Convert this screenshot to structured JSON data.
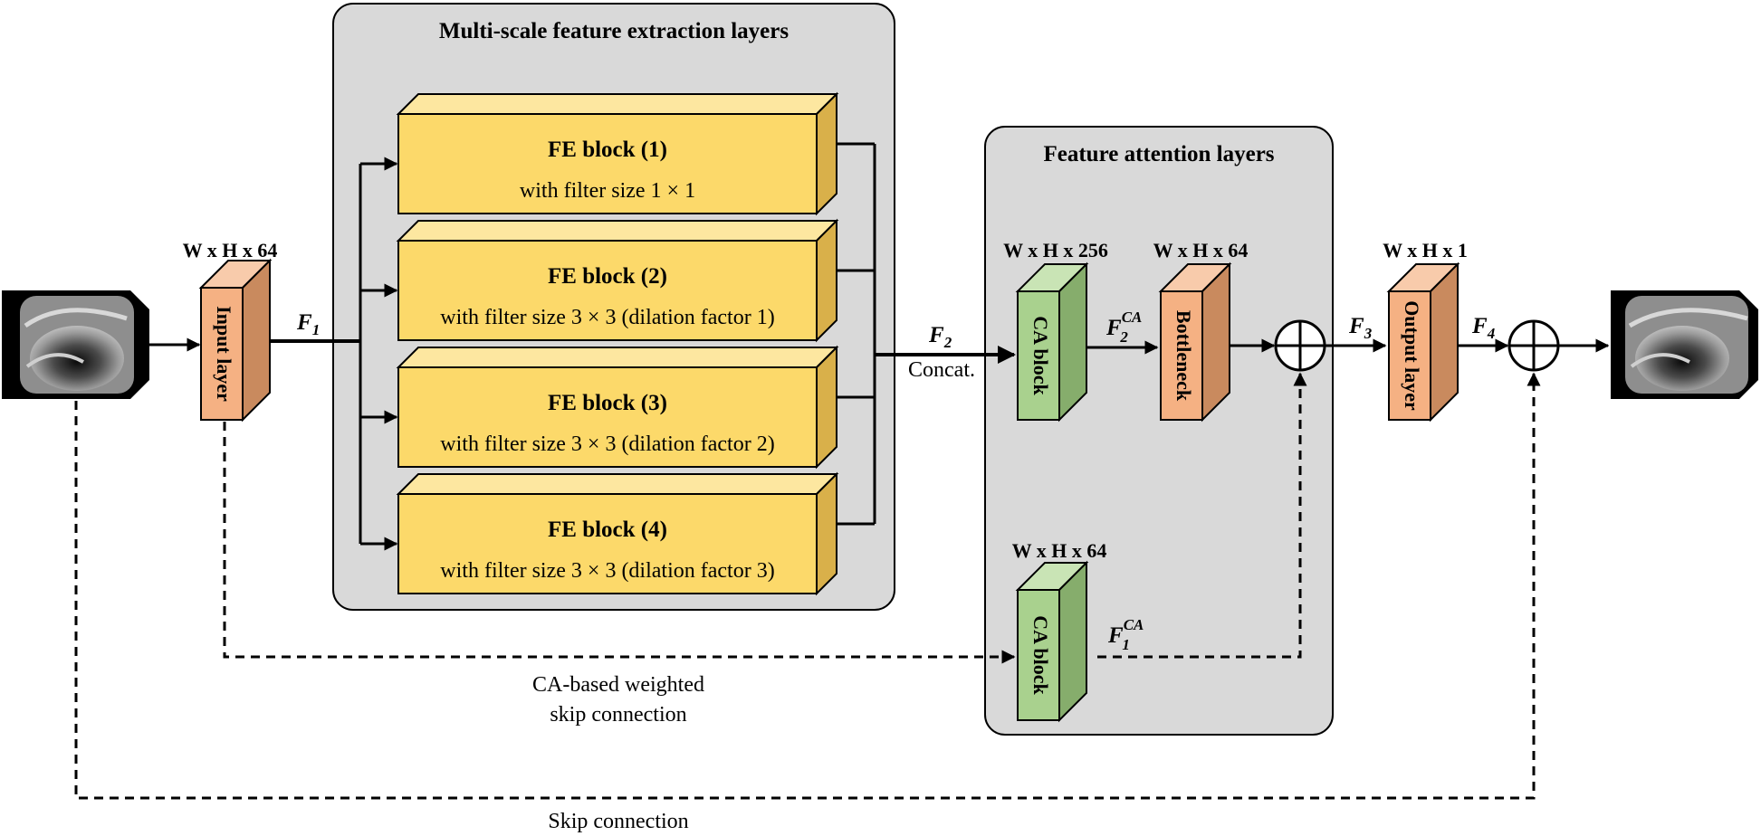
{
  "colors": {
    "panel_fill": "#d9d9d9",
    "fe_front": "#fcd96a",
    "fe_top": "#fde7a0",
    "fe_side": "#d9b04a",
    "orange_front": "#f5b183",
    "orange_top": "#f8cbab",
    "orange_side": "#c98a5e",
    "green_front": "#a9d18e",
    "green_top": "#c9e4b5",
    "green_side": "#86ad6c"
  },
  "panels": {
    "multiscale_title": "Multi-scale feature extraction layers",
    "attention_title": "Feature attention layers"
  },
  "fe_blocks": [
    {
      "title": "FE block (1)",
      "subtitle": "with filter size 1 × 1"
    },
    {
      "title": "FE block (2)",
      "subtitle": "with filter size 3 × 3 (dilation factor 1)"
    },
    {
      "title": "FE block (3)",
      "subtitle": "with filter size 3 × 3 (dilation factor 2)"
    },
    {
      "title": "FE block (4)",
      "subtitle": "with filter size 3 × 3 (dilation factor 3)"
    }
  ],
  "blocks": {
    "input_layer": "Input layer",
    "ca_block_1": "CA block",
    "bottleneck": "Bottleneck",
    "output_layer": "Output layer",
    "ca_block_2": "CA block"
  },
  "dims": {
    "input": "W x H x 64",
    "ca1": "W x H x 256",
    "bottleneck": "W x H x 64",
    "output": "W x H x 1",
    "ca2": "W x H x 64"
  },
  "variables": {
    "f1": {
      "main": "F",
      "sub": "1"
    },
    "f2": {
      "main": "F",
      "sub": "2"
    },
    "f2ca": {
      "main": "F",
      "sub": "2",
      "sup": "CA"
    },
    "f3": {
      "main": "F",
      "sub": "3"
    },
    "f4": {
      "main": "F",
      "sub": "4"
    },
    "f1ca": {
      "main": "F",
      "sub": "1",
      "sup": "CA"
    }
  },
  "captions": {
    "concat": "Concat.",
    "ca_skip_line1": "CA-based weighted",
    "ca_skip_line2": "skip connection",
    "skip": "Skip connection"
  },
  "images": {
    "input": "endoscopy-input-image",
    "output": "endoscopy-output-image"
  }
}
